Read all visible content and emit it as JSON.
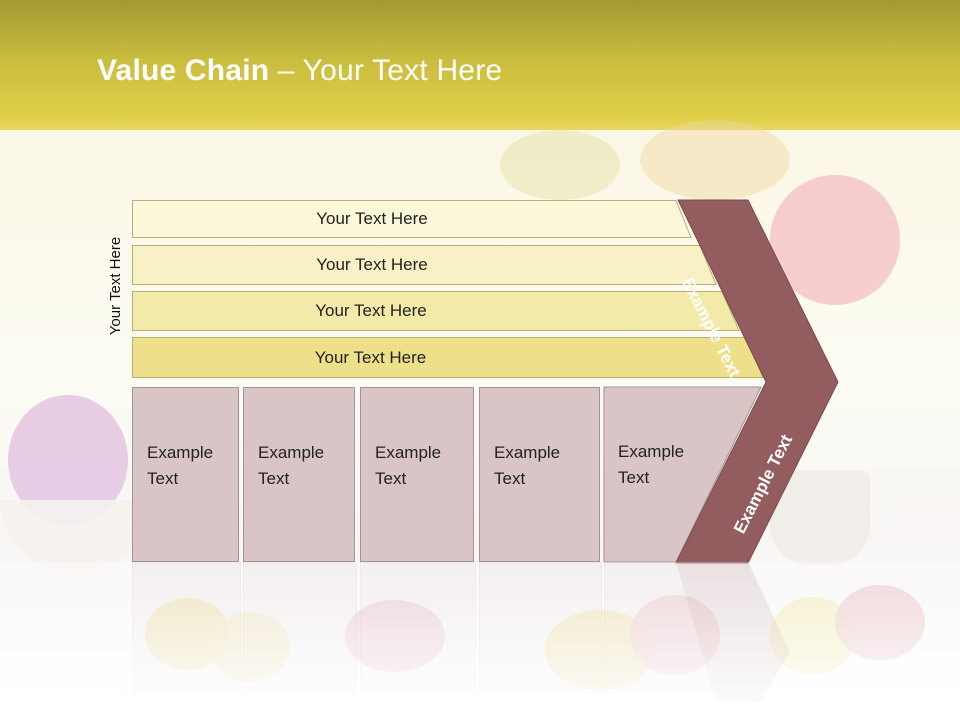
{
  "slide": {
    "title_bold": "Value Chain",
    "title_rest": " – Your Text Here",
    "vertical_label": "Your Text Here"
  },
  "bars": [
    {
      "label": "Your Text Here"
    },
    {
      "label": "Your Text Here"
    },
    {
      "label": "Your Text Here"
    },
    {
      "label": "Your Text Here"
    }
  ],
  "boxes": [
    {
      "line1": "Example",
      "line2": "Text"
    },
    {
      "line1": "Example",
      "line2": "Text"
    },
    {
      "line1": "Example",
      "line2": "Text"
    },
    {
      "line1": "Example",
      "line2": "Text"
    },
    {
      "line1": "Example",
      "line2": "Text"
    }
  ],
  "chevron": {
    "upper_label": "Example Text",
    "lower_label": "Example Text",
    "color": "#935d5f"
  },
  "colors": {
    "band": "#c9bd3e",
    "bar_light": "#fbf7d6",
    "bar_dark": "#eee38c",
    "box": "#d6c1c2"
  }
}
